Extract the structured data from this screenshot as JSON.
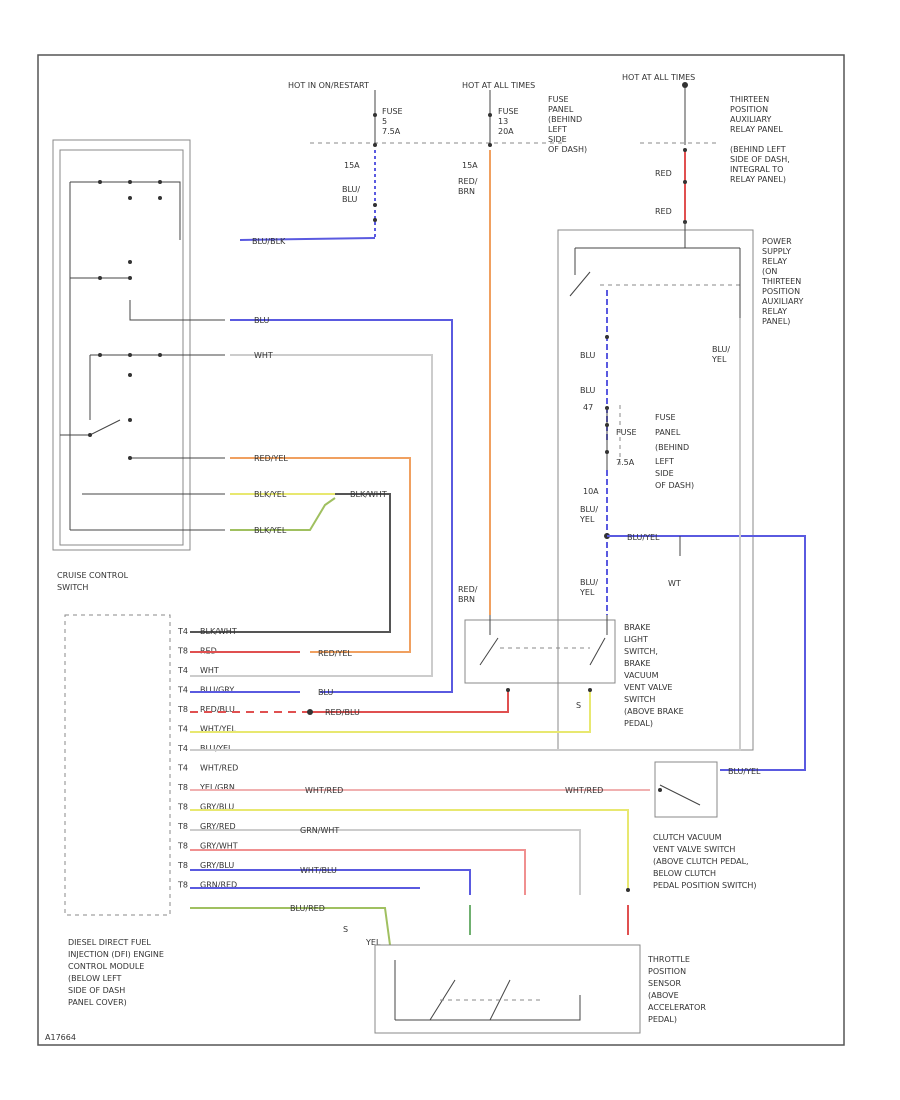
{
  "colors": {
    "blue": "#5a5ae0",
    "red": "#e05050",
    "orange": "#f0a060",
    "yellow": "#e8e870",
    "green": "#70b070",
    "gray": "#555555",
    "light_gray": "#cccccc",
    "frame": "#555555"
  },
  "power": {
    "hot_start": "HOT IN ON/RESTART",
    "hot_times": "HOT AT ALL TIMES",
    "hot_all": "HOT AT ALL TIMES"
  },
  "fuses": {
    "fuse1_lines": [
      "FUSE",
      "5",
      "7.5A"
    ],
    "fuse2_lines": [
      "FUSE",
      "13",
      "20A"
    ],
    "fuse_panel_lines": [
      "FUSE",
      "PANEL",
      "(BEHIND",
      "LEFT",
      "SIDE",
      "OF DASH)"
    ],
    "fuse3_lines": [
      "FUSE",
      "47",
      "7.5A"
    ],
    "fuse_panel2_lines": [
      "FUSE",
      "PANEL",
      "(BEHIND",
      "LEFT",
      "SIDE",
      "OF DASH)"
    ]
  },
  "relay_panel_lines": [
    "THIRTEEN",
    "POSITION",
    "AUXILIARY",
    "RELAY PANEL",
    "(BEHIND LEFT",
    "SIDE OF DASH,",
    "INTEGRAL TO",
    "RELAY PANEL)"
  ],
  "power_relay_lines": [
    "POWER",
    "SUPPLY",
    "RELAY",
    "(ON",
    "THIRTEEN",
    "POSITION",
    "AUXILIARY",
    "RELAY",
    "PANEL)"
  ],
  "wire_labels": {
    "blu_blk": "BLU/BLK",
    "blu_top": "BLU",
    "wht_top": "WHT",
    "red_yel_top": "RED/YEL",
    "blk_yel": "BLK/YEL",
    "blk_wht": "BLK/WHT",
    "blk_pel": "BLK/YEL",
    "blu_yel_right": "BLU/YEL",
    "blu_yel2": "BLU/YEL",
    "red_right_1": "RED",
    "red_right_2": "RED",
    "red_brn": "RED/ BRN",
    "red_brn2": "RED/ BRN",
    "blu_blu": "BLU/ BLU",
    "blu_side": "BLU",
    "blu_side2": "BLU",
    "blu_yel_side": "BLU/ YEL",
    "blu_yel_side2": "BLU/ YEL",
    "blu_yel_side3": "BLU/ YEL",
    "wht_red_1": "WHT/RED",
    "wht_red_2": "WHT/RED",
    "amp_15a": "15A",
    "amp_10a": "10A",
    "s_label": "S",
    "yel_bottom": "YEL",
    "wt_label": "WT",
    "blu_yel_out": "BLU/YEL"
  },
  "ecm_pins": [
    {
      "pin": "T4",
      "wire": "BLK/WHT"
    },
    {
      "pin": "T8",
      "wire": "RED"
    },
    {
      "pin": "T4",
      "wire": "WHT"
    },
    {
      "pin": "T4",
      "wire": "BLU/GRY"
    },
    {
      "pin": "T8",
      "wire": "RED/BLU"
    },
    {
      "pin": "T4",
      "wire": "WHT/YEL"
    },
    {
      "pin": "T4",
      "wire": "BLU/YEL"
    },
    {
      "pin": "T4",
      "wire": "WHT/RED"
    },
    {
      "pin": "T8",
      "wire": "YEL/GRN"
    },
    {
      "pin": "T8",
      "wire": "GRY/BLU"
    },
    {
      "pin": "T8",
      "wire": "GRY/RED"
    },
    {
      "pin": "T8",
      "wire": "GRY/WHT"
    },
    {
      "pin": "T8",
      "wire": "GRY/BLU"
    },
    {
      "pin": "T8",
      "wire": "GRN/RED"
    }
  ],
  "ecm_right_labels": {
    "red_yel": "RED/YEL",
    "blu": "BLU",
    "red_blu": "RED/BLU",
    "wht_red_mid": "WHT/RED",
    "grn_wht": "GRN/WHT",
    "wht_blu": "WHT/BLU",
    "blu_red": "BLU/RED"
  },
  "components": {
    "cruise_switch_lines": [
      "CRUISE CONTROL",
      "SWITCH"
    ],
    "ecm_lines": [
      "DIESEL DIRECT FUEL",
      "INJECTION (DFI) ENGINE",
      "CONTROL MODULE",
      "(BELOW LEFT",
      "SIDE OF DASH",
      "PANEL COVER)"
    ],
    "brake_lines": [
      "BRAKE",
      "LIGHT",
      "SWITCH,",
      "BRAKE",
      "VACUUM",
      "VENT VALVE",
      "SWITCH",
      "(ABOVE BRAKE",
      "PEDAL)"
    ],
    "clutch_lines": [
      "CLUTCH VACUUM",
      "VENT VALVE SWITCH",
      "(ABOVE CLUTCH PEDAL,",
      "BELOW CLUTCH",
      "PEDAL POSITION SWITCH)"
    ],
    "throttle_lines": [
      "THROTTLE",
      "POSITION",
      "SENSOR",
      "(ABOVE",
      "ACCELERATOR",
      "PEDAL)"
    ]
  },
  "footer_code": "A17664"
}
